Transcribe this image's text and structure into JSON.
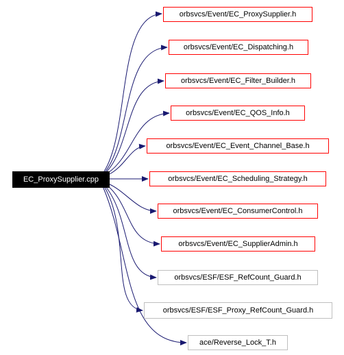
{
  "source_file": "EC_ProxySupplier.cpp",
  "includes": [
    {
      "label": "orbsvcs/Event/EC_ProxySupplier.h",
      "status": "documented"
    },
    {
      "label": "orbsvcs/Event/EC_Dispatching.h",
      "status": "documented"
    },
    {
      "label": "orbsvcs/Event/EC_Filter_Builder.h",
      "status": "documented"
    },
    {
      "label": "orbsvcs/Event/EC_QOS_Info.h",
      "status": "documented"
    },
    {
      "label": "orbsvcs/Event/EC_Event_Channel_Base.h",
      "status": "documented"
    },
    {
      "label": "orbsvcs/Event/EC_Scheduling_Strategy.h",
      "status": "documented"
    },
    {
      "label": "orbsvcs/Event/EC_ConsumerControl.h",
      "status": "documented"
    },
    {
      "label": "orbsvcs/Event/EC_SupplierAdmin.h",
      "status": "documented"
    },
    {
      "label": "orbsvcs/ESF/ESF_RefCount_Guard.h",
      "status": "undocumented"
    },
    {
      "label": "orbsvcs/ESF/ESF_Proxy_RefCount_Guard.h",
      "status": "undocumented"
    },
    {
      "label": "ace/Reverse_Lock_T.h",
      "status": "undocumented"
    }
  ],
  "colors": {
    "edge": "#191970",
    "documented_border": "#ff0000",
    "undocumented_border": "#bfbfbf",
    "source_fill": "#000000",
    "source_text": "#ffffff"
  }
}
